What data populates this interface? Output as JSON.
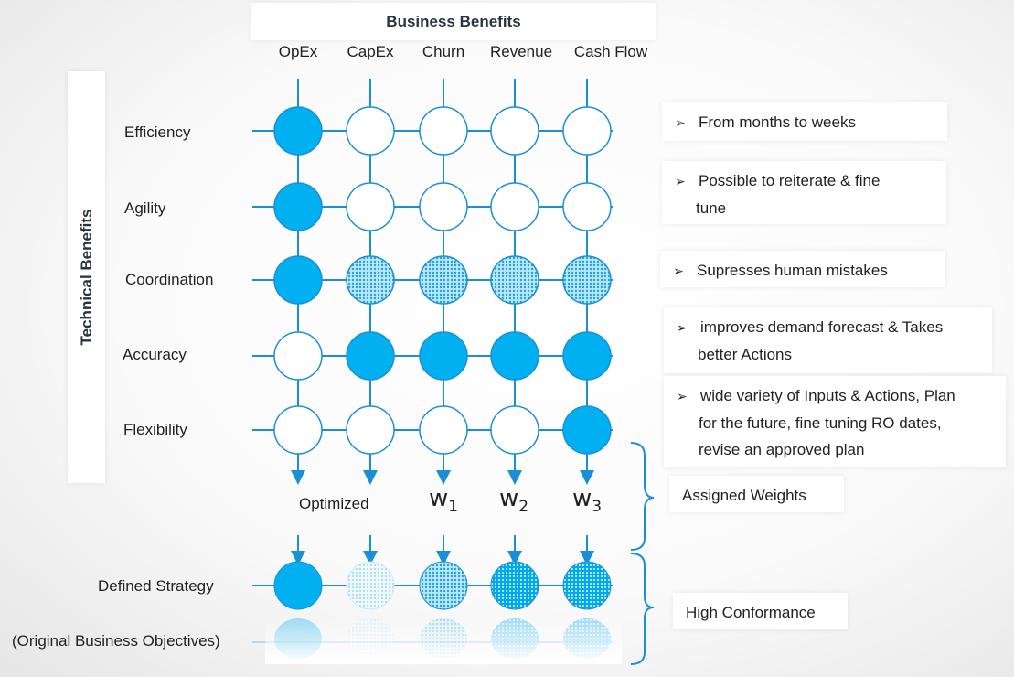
{
  "header": {
    "title": "Business Benefits"
  },
  "side_title": "Technical Benefits",
  "columns": [
    "OpEx",
    "CapEx",
    "Churn",
    "Revenue",
    "Cash Flow"
  ],
  "rows": [
    "Efficiency",
    "Agility",
    "Coordination",
    "Accuracy",
    "Flexibility"
  ],
  "matrix": [
    [
      "filled",
      "empty",
      "empty",
      "empty",
      "empty"
    ],
    [
      "filled",
      "empty",
      "empty",
      "empty",
      "empty"
    ],
    [
      "filled",
      "dotted",
      "dotted",
      "dotted",
      "dotted"
    ],
    [
      "empty",
      "filled",
      "filled",
      "filled",
      "filled"
    ],
    [
      "empty",
      "empty",
      "empty",
      "empty",
      "filled"
    ]
  ],
  "weights": {
    "optimized_label": "Optimized",
    "w1": {
      "base": "w",
      "sub": "1"
    },
    "w2": {
      "base": "w",
      "sub": "2"
    },
    "w3": {
      "base": "w",
      "sub": "3"
    }
  },
  "strategy": {
    "label": "Defined Strategy",
    "sub_label": "(Original Business Objectives)",
    "circles": [
      "filled",
      "light-dotted",
      "medium-dotted",
      "dense-dotted",
      "dense-dotted"
    ]
  },
  "notes": [
    {
      "arrow": "➢",
      "line1": "From months to weeks",
      "line2": ""
    },
    {
      "arrow": "➢",
      "line1": "Possible to reiterate & fine",
      "line2": "tune"
    },
    {
      "arrow": "➢",
      "line1": "Supresses human mistakes",
      "line2": ""
    },
    {
      "arrow": "➢",
      "line1": "improves demand forecast & Takes",
      "line2": "better Actions"
    },
    {
      "arrow": "➢",
      "line1": "wide variety of Inputs & Actions, Plan",
      "line2": "for the future, fine tuning RO dates,",
      "line3": "revise an approved plan"
    }
  ],
  "brackets": {
    "assigned": "Assigned Weights",
    "conformance": "High Conformance"
  },
  "colors": {
    "accent": "#00b0f0",
    "line": "#1a8fd6",
    "text": "#222222",
    "title": "#2a3540"
  }
}
